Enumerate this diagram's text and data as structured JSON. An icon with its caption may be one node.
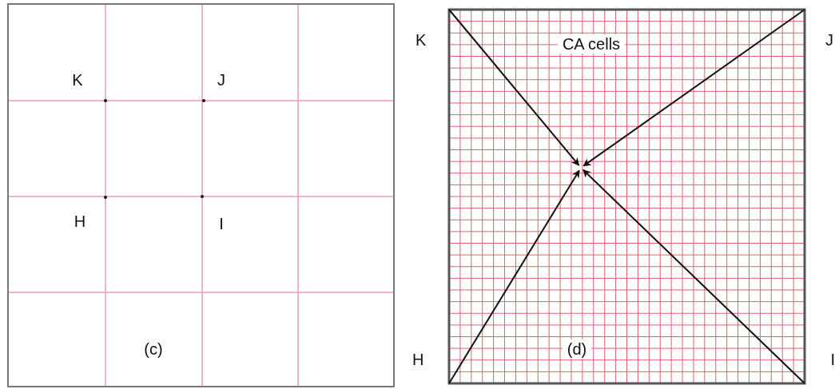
{
  "diagram": {
    "nodes": [
      {
        "text": [
          "K"
        ]
      },
      {
        "text": [
          "J"
        ]
      },
      {
        "text": [
          "H"
        ]
      },
      {
        "text": [
          "I"
        ]
      }
    ],
    "edges": [
      {
        "from": 0,
        "to": null,
        "arrow": "to"
      },
      {
        "from": 1,
        "to": null,
        "arrow": "to"
      },
      {
        "from": 2,
        "to": null,
        "arrow": "to"
      },
      {
        "from": 3,
        "to": null,
        "arrow": "to"
      }
    ],
    "labels": [
      "K",
      "J",
      "H",
      "I",
      "(c)",
      "CA cells",
      "(d)"
    ]
  }
}
